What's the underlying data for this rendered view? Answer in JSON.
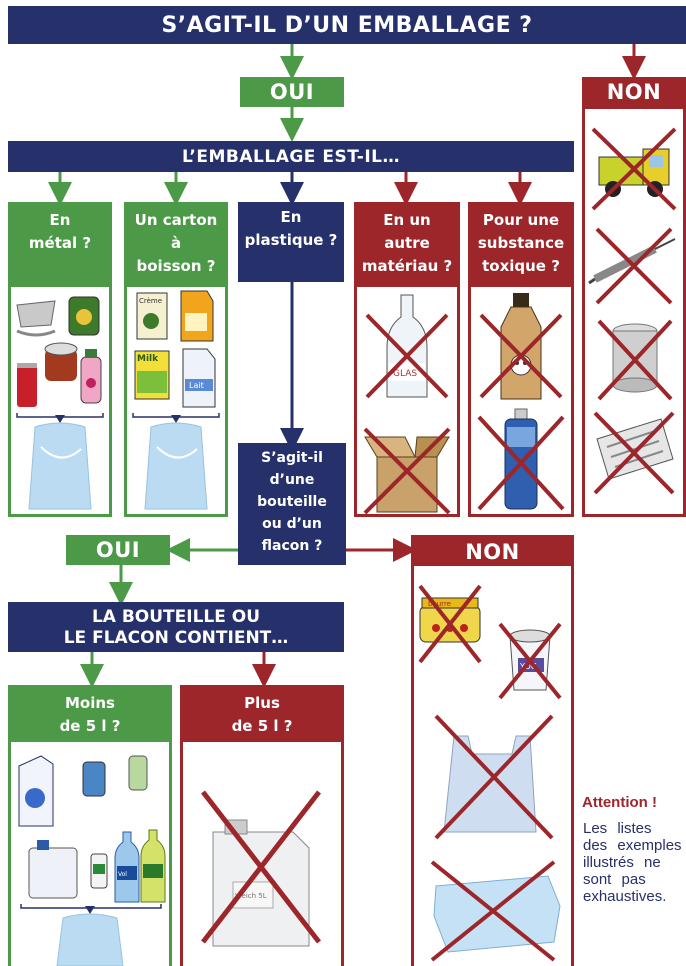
{
  "colors": {
    "navy": "#26306a",
    "green": "#4c9a47",
    "red": "#9c2629"
  },
  "top": {
    "question": "S’AGIT-IL D’UN EMBALLAGE ?"
  },
  "oui_top": "OUI",
  "non_top": "NON",
  "second": {
    "question": "L’EMBALLAGE EST-IL…"
  },
  "categories": [
    {
      "label": "En\nmétal ?"
    },
    {
      "label": "Un carton\nà\nboisson ?"
    },
    {
      "label": "En\nplastique ?"
    },
    {
      "label": "En un\nautre\nmatériau ?"
    },
    {
      "label": "Pour une\nsubstance\ntoxique ?"
    }
  ],
  "bottle_question": "S’agit-il\nd’une\nbouteille\nou d’un\nflacon ?",
  "oui_mid": "OUI",
  "non_mid": "NON",
  "third": {
    "question": "LA BOUTEILLE OU\nLE FLACON CONTIENT…"
  },
  "volumes": [
    {
      "label": "Moins\nde 5 l ?"
    },
    {
      "label": "Plus\nde 5 l ?"
    }
  ],
  "illustrations": {
    "milk_label": "Milk",
    "lait_label": "Lait",
    "creme_label": "Crème",
    "glas_label": "GLAS",
    "beurre_label": "beurre",
    "yog_label": "YOG",
    "vol_label": "Vol",
    "bidon_label": "Weich 5L",
    "icons": [
      "aluminium-tray-icon",
      "food-can-icon",
      "drink-can-icon",
      "spray-can-icon",
      "juice-carton-icon",
      "milk-carton-icon",
      "collection-bag-icon",
      "glass-bottle-icon",
      "cardboard-box-icon",
      "toxic-bottle-icon",
      "aerosol-icon",
      "toy-truck-icon",
      "syringe-icon",
      "tin-can-icon",
      "newspaper-icon",
      "butter-tub-icon",
      "yogurt-pot-icon",
      "plastic-bag-icon",
      "plastic-box-icon",
      "jerrycan-icon",
      "detergent-bottle-icon",
      "water-bottle-icon"
    ]
  },
  "attention": {
    "title": "Attention !",
    "body": "Les listes des exemples illustrés ne sont pas exhaustives."
  }
}
